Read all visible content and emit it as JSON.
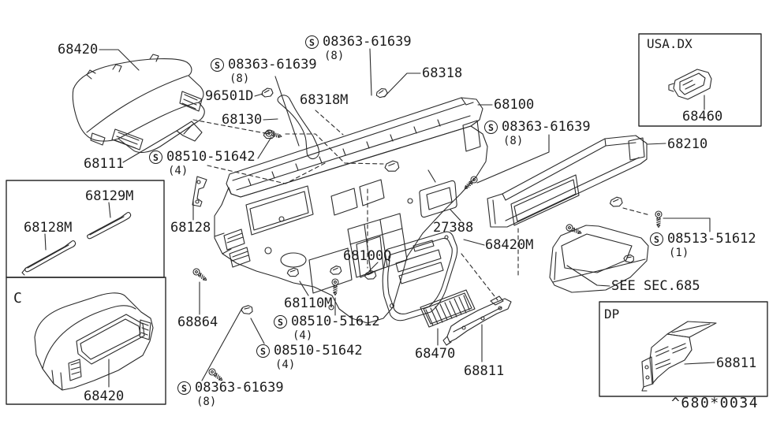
{
  "screw_symbol": "S",
  "diagram_type": "instrument-panel-parts-diagram",
  "labels": [
    {
      "name": "part-68420-hood",
      "text": "68420"
    },
    {
      "name": "screw-08363-61639-a",
      "text": "08363-61639",
      "qty": "(8)"
    },
    {
      "name": "part-96501D",
      "text": "96501D"
    },
    {
      "name": "screw-08363-61639-b",
      "text": "08363-61639",
      "qty": "(8)"
    },
    {
      "name": "part-68318",
      "text": "68318"
    },
    {
      "name": "part-68318M",
      "text": "68318M"
    },
    {
      "name": "part-68130",
      "text": "68130"
    },
    {
      "name": "part-68100",
      "text": "68100"
    },
    {
      "name": "screw-08363-61639-c",
      "text": "08363-61639",
      "qty": "(8)"
    },
    {
      "name": "part-68111",
      "text": "68111"
    },
    {
      "name": "screw-08510-51642-a",
      "text": "08510-51642",
      "qty": "(4)"
    },
    {
      "name": "inset-usa-dx-title",
      "text": "USA.DX"
    },
    {
      "name": "part-68460",
      "text": "68460"
    },
    {
      "name": "part-68210",
      "text": "68210"
    },
    {
      "name": "part-68129M",
      "text": "68129M"
    },
    {
      "name": "part-68128M",
      "text": "68128M"
    },
    {
      "name": "part-68128",
      "text": "68128"
    },
    {
      "name": "part-27388",
      "text": "27388"
    },
    {
      "name": "part-68420M",
      "text": "68420M"
    },
    {
      "name": "screw-08513-51612",
      "text": "08513-51612",
      "qty": "(1)"
    },
    {
      "name": "part-68100Q",
      "text": "68100Q"
    },
    {
      "name": "see-sec-685",
      "text": "SEE SEC.685"
    },
    {
      "name": "part-68110M",
      "text": "68110M"
    },
    {
      "name": "part-68864",
      "text": "68864"
    },
    {
      "name": "screw-08510-51612",
      "text": "08510-51612",
      "qty": "(4)"
    },
    {
      "name": "screw-08510-51642-b",
      "text": "08510-51642",
      "qty": "(4)"
    },
    {
      "name": "screw-08363-61639-d",
      "text": "08363-61639",
      "qty": "(8)"
    },
    {
      "name": "part-68470",
      "text": "68470"
    },
    {
      "name": "part-68811",
      "text": "68811"
    },
    {
      "name": "inset-c-title",
      "text": "C"
    },
    {
      "name": "part-68420-c",
      "text": "68420"
    },
    {
      "name": "inset-dp-title",
      "text": "DP"
    },
    {
      "name": "part-68811-dp",
      "text": "68811"
    },
    {
      "name": "footer-code",
      "text": "^680*0034"
    }
  ]
}
